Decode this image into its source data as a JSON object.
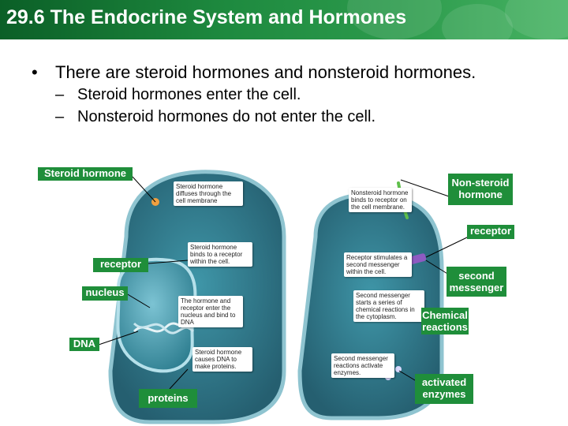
{
  "slide": {
    "title": "29.6 The Endocrine System and Hormones",
    "bullet_main": "There are steroid hormones and nonsteroid hormones.",
    "sub_bullets": [
      "Steroid hormones enter the cell.",
      "Nonsteroid hormones do not enter the cell."
    ]
  },
  "labels": {
    "steroid_hormone": "Steroid hormone",
    "receptor_left": "receptor",
    "nucleus": "nucleus",
    "dna": "DNA",
    "proteins": "proteins",
    "non_steroid_hormone": "Non-steroid hormone",
    "receptor_right": "receptor",
    "second_messenger": "second messenger",
    "chemical_reactions": "Chemical reactions",
    "activated_enzymes": "activated enzymes"
  },
  "notes": {
    "diffuses": "Steroid hormone diffuses through the cell membrane",
    "binds_receptor": "Steroid hormone binds to a receptor within the cell.",
    "enters_nucleus": "The hormone and receptor enter the nucleus and bind to DNA",
    "causes_dna": "Steroid hormone causes DNA to make proteins.",
    "nonsteroid_binds": "Nonsteroid hormone binds to receptor on the cell membrane.",
    "stimulates": "Receptor stimulates a second messenger within the cell.",
    "starts_series": "Second messenger starts a series of chemical reactions in the cytoplasm.",
    "activate_enzymes": "Second messenger reactions activate enzymes."
  },
  "colors": {
    "title_bar": "#1e8a3f",
    "label_bg": "#1f8e3a",
    "cell": "#2f7f91",
    "membrane": "#8fc4d0",
    "nucleus": "#4b9fb4",
    "receptor": "#8e5bc2"
  }
}
